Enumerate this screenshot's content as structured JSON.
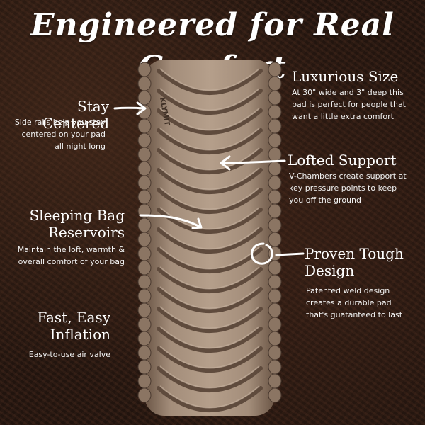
{
  "headline": "Engineered for Real Comfort",
  "callouts": {
    "stay_centered": {
      "title": "Stay Centered",
      "text": [
        "Side rails help you stay",
        "centered on your pad",
        "all night long"
      ]
    },
    "luxurious_size": {
      "title": "Luxurious Size",
      "text": [
        "At 30\" wide and 3\" deep this",
        "pad is perfect for people that",
        "want a little extra comfort"
      ]
    },
    "lofted_support": {
      "title": "Lofted Support",
      "text": [
        "V-Chambers create support at",
        "key pressure points to keep",
        "you off the ground"
      ]
    },
    "sleeping_bag_reservoirs": {
      "title": [
        "Sleeping Bag",
        "Reservoirs"
      ],
      "text": [
        "Maintain the loft, warmth &",
        "overall comfort of your bag"
      ]
    },
    "proven_tough_design": {
      "title": [
        "Proven Tough",
        "Design"
      ],
      "text": [
        "Patented weld design",
        "creates a durable pad",
        "that's guatanteed to last"
      ]
    },
    "fast_easy_inflation": {
      "title": [
        "Fast, Easy",
        "Inflation"
      ],
      "text": [
        "Easy-to-use air valve"
      ]
    }
  },
  "logo_text": "KLYMIT",
  "colors": {
    "pad_light": "#a38d7a",
    "pad_dark": "#6b5646",
    "background": "#2c1b13",
    "text": "#ffffff"
  }
}
